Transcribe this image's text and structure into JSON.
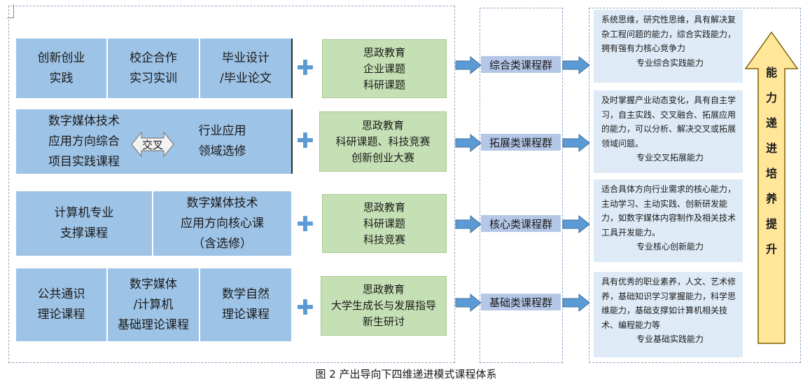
{
  "rows": [
    {
      "cells": [
        "创新创业\n实践",
        "校企合作\n实习实训",
        "毕业设计\n/毕业论文"
      ],
      "green": "思政教育\n企业课题\n科研课题",
      "group": "综合类课程群",
      "desc": "系统思维，研究性思维，具有解决复杂工程问题的能力，综合实践能力，拥有强有力核心竞争力",
      "capability": "专业综合实践能力"
    },
    {
      "cells": [
        "数字媒体技术\n应用方向综合\n项目实践课程",
        "行业应用\n领域选修"
      ],
      "cross": "交叉",
      "green": "思政教育\n科研课题、科技竞赛\n创新创业大赛",
      "group": "拓展类课程群",
      "desc": "及时掌握产业动态变化，具有自主学习，自主实践、交叉融合、拓展应用的能力，可以分析、解决交叉或拓展领域问题。",
      "capability": "专业交叉拓展能力"
    },
    {
      "cells": [
        "计算机专业\n支撑课程",
        "数字媒体技术\n应用方向核心课\n（含选修）"
      ],
      "green": "思政教育\n科研课题\n科技竞赛",
      "group": "核心类课程群",
      "desc": "适合具体方向行业需求的核心能力，主动学习、主动实践、创新研发能力，如数字媒体内容制作及相关技术工具开发能力。",
      "capability": "专业核心创新能力"
    },
    {
      "cells": [
        "公共通识\n理论课程",
        "数字媒体\n/计算机\n基础理论课程",
        "数学自然\n理论课程"
      ],
      "green": "思政教育\n大学生成长与发展指导\n新生研讨",
      "group": "基础类课程群",
      "desc": "具有优秀的职业素养，人文、艺术修养，基础知识学习掌握能力，科学思维能力，基础支撑如计算机相关技术、编程能力等",
      "capability": "专业基础实践能力"
    }
  ],
  "plus_symbol": "✚",
  "progress_label": "能\n力\n递\n进\n培\n养\n提\n升",
  "caption": "图 2  产出导向下四维递进模式课程体系",
  "colors": {
    "course_blue": "#9dc3e6",
    "ideology_green": "#c5e0b4",
    "group_blue": "#b4c7e7",
    "desc_bg": "#deebf7",
    "arrow_blue": "#5b9bd5",
    "arrow_yellow": "#ffe699"
  }
}
